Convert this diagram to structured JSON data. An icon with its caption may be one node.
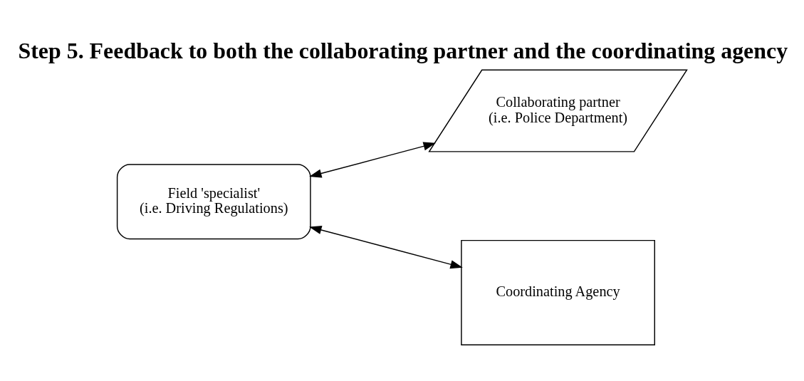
{
  "diagram": {
    "title": "Step 5. Feedback to both the collaborating partner and the coordinating agency",
    "nodes": [
      {
        "text": [
          "Field 'specialist'",
          "(i.e. Driving Regulations)"
        ]
      },
      {
        "text": [
          "Collaborating partner",
          "(i.e. Police Department)"
        ]
      },
      {
        "text": [
          "Coordinating Agency"
        ]
      }
    ],
    "edges": [
      {
        "from": 0,
        "to": 1,
        "arrow": "both"
      },
      {
        "from": 0,
        "to": 2,
        "arrow": "both"
      }
    ]
  }
}
